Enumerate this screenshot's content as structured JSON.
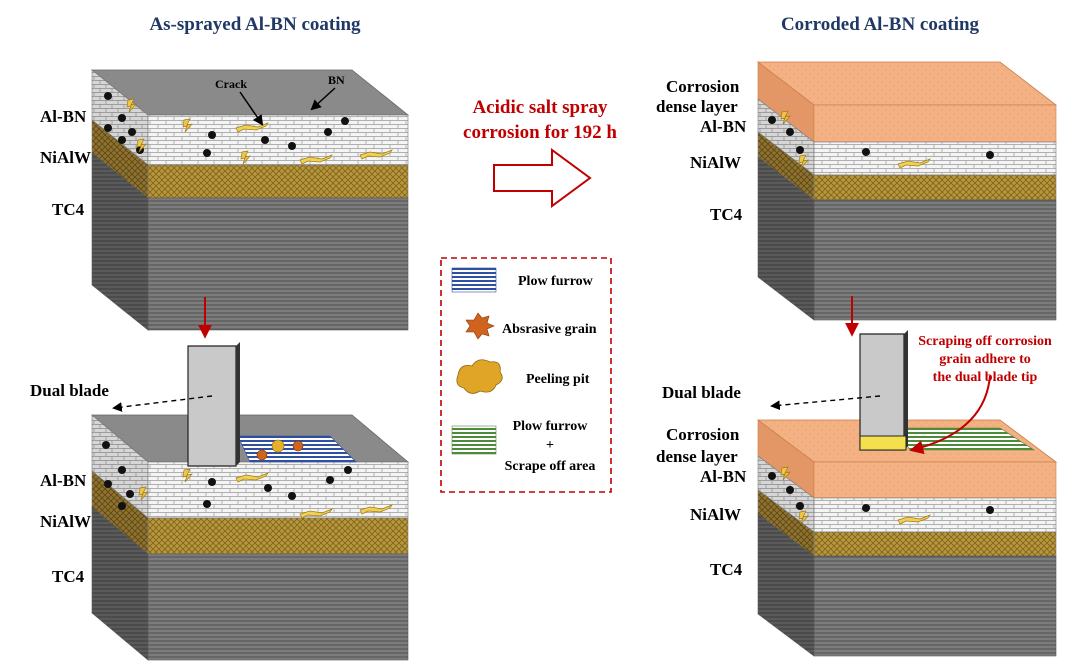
{
  "titles": {
    "left": "As-sprayed Al-BN coating",
    "right": "Corroded Al-BN coating"
  },
  "process": {
    "line1": "Acidic salt spray",
    "line2": "corrosion for 192 h"
  },
  "labels": {
    "al_bn": "Al-BN",
    "nialw": "NiAlW",
    "tc4": "TC4",
    "crack": "Crack",
    "bn": "BN",
    "dual_blade": "Dual blade",
    "corrosion_line1": "Corrosion",
    "corrosion_line2": "dense layer"
  },
  "annotation": {
    "line1": "Scraping off corrosion",
    "line2": "grain adhere to",
    "line3": "the dual blade tip"
  },
  "legend": {
    "plow_furrow": "Plow furrow",
    "abrasive_grain": "Absrasive grain",
    "peeling_pit": "Peeling pit",
    "combo_line1": "Plow furrow",
    "combo_plus": "+",
    "combo_line2": "Scrape off area"
  },
  "colors": {
    "title": "#1f3864",
    "accent_red": "#c00000",
    "corrosion_layer": "#f4b183",
    "nialw": "#b8963a",
    "tc4": "#6f6f6f",
    "top_gray": "#8c8c8c"
  }
}
